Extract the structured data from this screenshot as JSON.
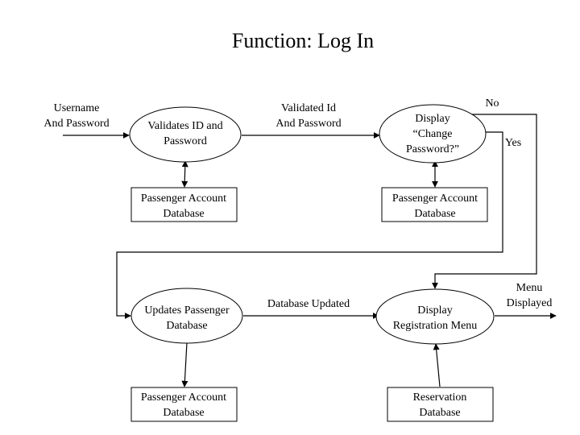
{
  "title": "Function: Log In",
  "processes": {
    "validate": [
      "Validates ID and",
      "Password"
    ],
    "change_password": [
      "Display",
      "“Change",
      "Password?”"
    ],
    "update_db": [
      "Updates Passenger",
      "Database"
    ],
    "registration_menu": [
      "Display",
      "Registration Menu"
    ]
  },
  "stores": {
    "passenger_db_1": [
      "Passenger Account",
      "Database"
    ],
    "passenger_db_2": [
      "Passenger Account",
      "Database"
    ],
    "passenger_db_3": [
      "Passenger Account",
      "Database"
    ],
    "reservation_db": [
      "Reservation",
      "Database"
    ]
  },
  "flows": {
    "input": [
      "Username",
      "And Password"
    ],
    "validated": [
      "Validated Id",
      "And Password"
    ],
    "no": "No",
    "yes": "Yes",
    "db_updated": "Database Updated",
    "menu_displayed": [
      "Menu",
      "Displayed"
    ]
  }
}
